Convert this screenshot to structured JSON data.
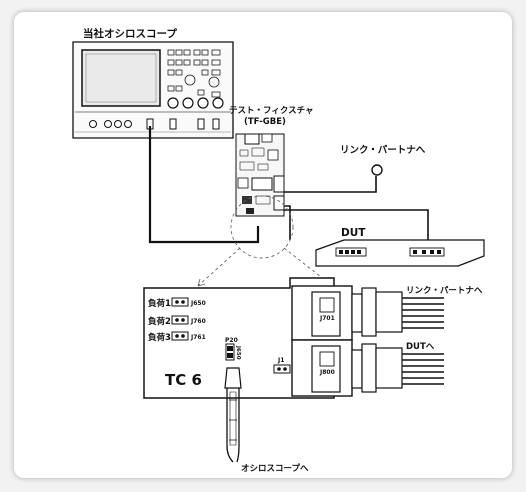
{
  "labels": {
    "scope_title": "当社オシロスコープ",
    "fixture_line1": "テスト・フィクスチャ",
    "fixture_line2": "(TF-GBE)",
    "link_partner_top": "リンク・パートナへ",
    "dut": "DUT",
    "link_partner_board": "リンク・パートナへ",
    "dut_to": "DUTへ",
    "to_scope": "オシロスコープへ",
    "board_name": "TC 6",
    "load1": "負荷1",
    "load2": "負荷2",
    "load3": "負荷3",
    "j650": "J650",
    "j760": "J760",
    "j761": "J761",
    "j701": "J701",
    "j800": "J800",
    "p20": "P20",
    "j650v": "J650",
    "j1": "J1"
  }
}
